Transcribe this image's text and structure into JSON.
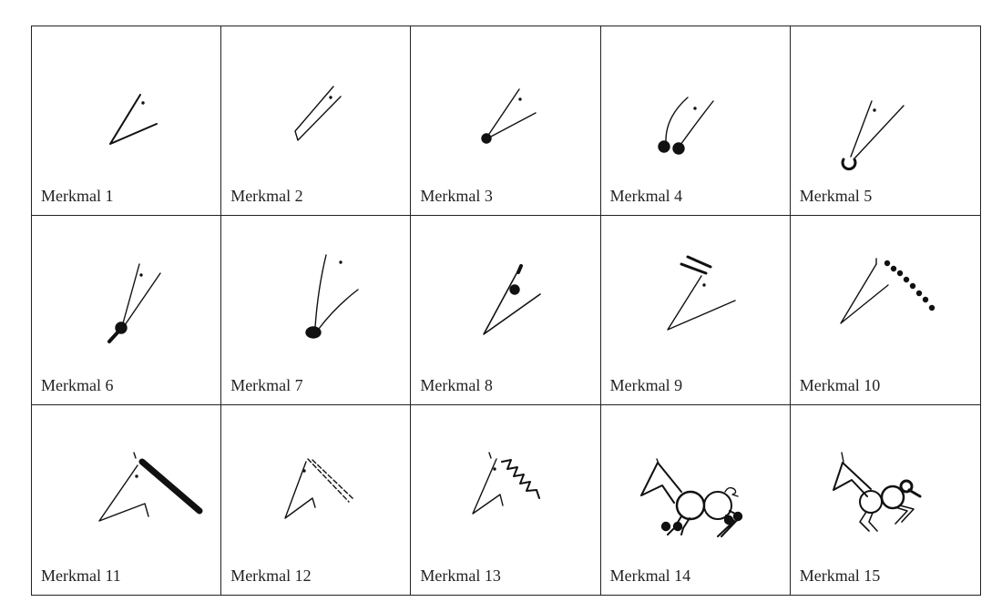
{
  "cells": [
    {
      "label": "Merkmal 1"
    },
    {
      "label": "Merkmal 2"
    },
    {
      "label": "Merkmal 3"
    },
    {
      "label": "Merkmal 4"
    },
    {
      "label": "Merkmal 5"
    },
    {
      "label": "Merkmal 6"
    },
    {
      "label": "Merkmal 7"
    },
    {
      "label": "Merkmal 8"
    },
    {
      "label": "Merkmal 9"
    },
    {
      "label": "Merkmal 10"
    },
    {
      "label": "Merkmal 11"
    },
    {
      "label": "Merkmal 12"
    },
    {
      "label": "Merkmal 13"
    },
    {
      "label": "Merkmal 14"
    },
    {
      "label": "Merkmal 15"
    }
  ]
}
